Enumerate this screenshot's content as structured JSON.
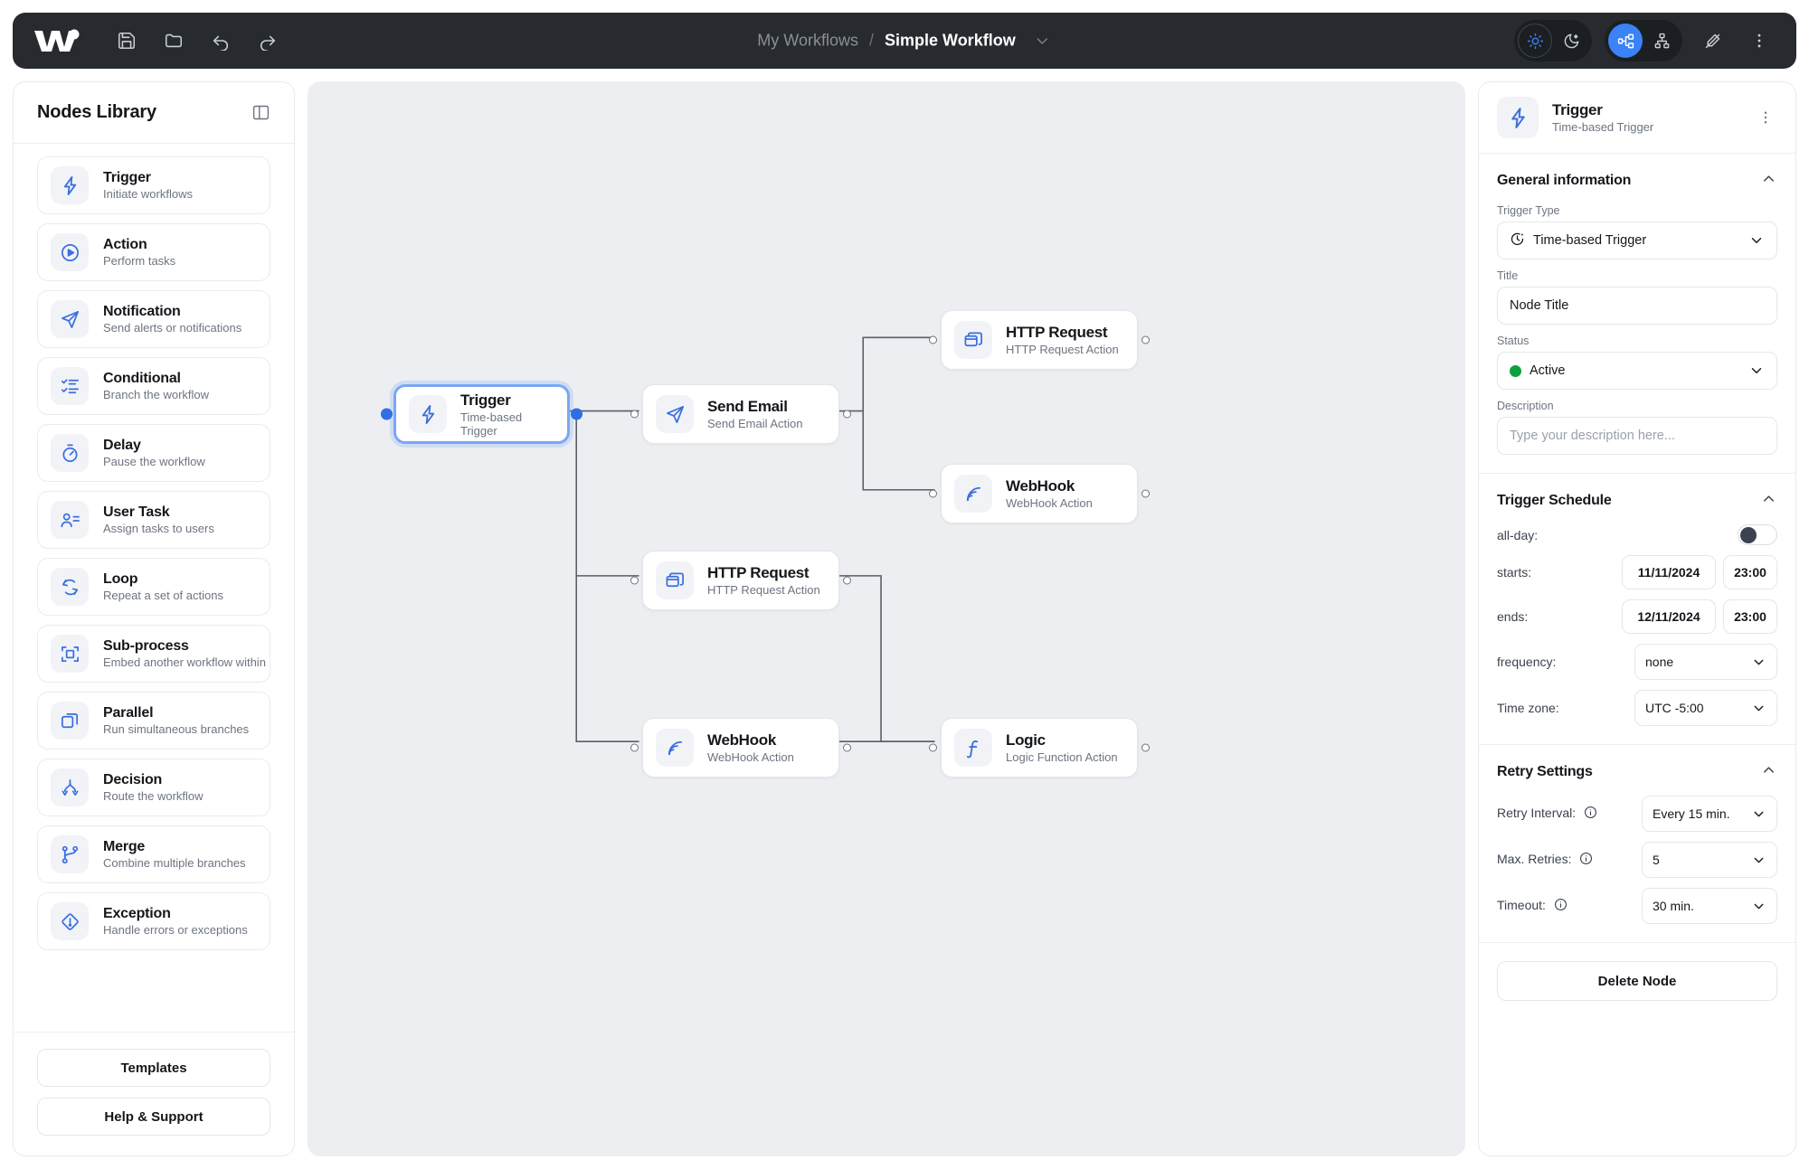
{
  "app": {
    "logo": "workflow-logo",
    "toolbar_icons": [
      "save-icon",
      "folder-open-icon",
      "undo-icon",
      "redo-icon"
    ]
  },
  "breadcrumb": {
    "parent": "My Workflows",
    "separator": "/",
    "current": "Simple Workflow",
    "caret": "chevron-down-icon"
  },
  "topbar_right": {
    "theme_light": "sun-icon",
    "theme_dark": "moon-icon",
    "layout_horizontal": "graph-horizontal-icon",
    "layout_vertical": "graph-vertical-icon",
    "magic": "wand-off-icon",
    "more": "kebab-menu-icon",
    "accent": "#3b82f6"
  },
  "sidebar": {
    "title": "Nodes Library",
    "collapse_icon": "panel-collapse-icon",
    "items": [
      {
        "name": "Trigger",
        "desc": "Initiate workflows",
        "icon": "bolt-icon"
      },
      {
        "name": "Action",
        "desc": "Perform tasks",
        "icon": "play-circle-icon"
      },
      {
        "name": "Notification",
        "desc": "Send alerts or notifications",
        "icon": "send-icon"
      },
      {
        "name": "Conditional",
        "desc": "Branch the workflow",
        "icon": "checklist-icon"
      },
      {
        "name": "Delay",
        "desc": "Pause the workflow",
        "icon": "stopwatch-icon"
      },
      {
        "name": "User Task",
        "desc": "Assign tasks to users",
        "icon": "user-list-icon"
      },
      {
        "name": "Loop",
        "desc": "Repeat a set of actions",
        "icon": "loop-icon"
      },
      {
        "name": "Sub-process",
        "desc": "Embed another workflow within",
        "icon": "frame-icon"
      },
      {
        "name": "Parallel",
        "desc": "Run simultaneous branches",
        "icon": "copy-icon"
      },
      {
        "name": "Decision",
        "desc": "Route the workflow",
        "icon": "split-arrows-icon"
      },
      {
        "name": "Merge",
        "desc": "Combine multiple branches",
        "icon": "merge-icon"
      },
      {
        "name": "Exception",
        "desc": "Handle errors or exceptions",
        "icon": "alert-diamond-icon"
      }
    ],
    "templates_label": "Templates",
    "help_label": "Help & Support"
  },
  "canvas": {
    "nodes": [
      {
        "id": "trigger",
        "name": "Trigger",
        "sub": "Time-based Trigger",
        "icon": "bolt-icon",
        "selected": true
      },
      {
        "id": "email",
        "name": "Send Email",
        "sub": "Send Email Action",
        "icon": "send-icon",
        "selected": false
      },
      {
        "id": "http1",
        "name": "HTTP Request",
        "sub": "HTTP Request Action",
        "icon": "window-icon",
        "selected": false
      },
      {
        "id": "hook1",
        "name": "WebHook",
        "sub": "WebHook Action",
        "icon": "rss-icon",
        "selected": false
      },
      {
        "id": "http2",
        "name": "HTTP Request",
        "sub": "HTTP Request Action",
        "icon": "window-icon",
        "selected": false
      },
      {
        "id": "hook2",
        "name": "WebHook",
        "sub": "WebHook Action",
        "icon": "rss-icon",
        "selected": false
      },
      {
        "id": "logic",
        "name": "Logic",
        "sub": "Logic Function Action",
        "icon": "function-icon",
        "selected": false
      }
    ]
  },
  "inspector": {
    "header": {
      "title": "Trigger",
      "subtitle": "Time-based Trigger",
      "icon": "bolt-icon",
      "menu": "kebab-menu-icon"
    },
    "general": {
      "section_title": "General information",
      "trigger_type_label": "Trigger Type",
      "trigger_type_value": "Time-based Trigger",
      "trigger_type_icon": "clock-timer-icon",
      "title_label": "Title",
      "title_value": "Node Title",
      "status_label": "Status",
      "status_value": "Active",
      "status_color": "#0aa23f",
      "description_label": "Description",
      "description_placeholder": "Type your description here..."
    },
    "schedule": {
      "section_title": "Trigger Schedule",
      "allday_label": "all-day:",
      "allday_on": false,
      "starts_label": "starts:",
      "starts_date": "11/11/2024",
      "starts_time": "23:00",
      "ends_label": "ends:",
      "ends_date": "12/11/2024",
      "ends_time": "23:00",
      "frequency_label": "frequency:",
      "frequency_value": "none",
      "timezone_label": "Time zone:",
      "timezone_value": "UTC -5:00"
    },
    "retry": {
      "section_title": "Retry Settings",
      "interval_label": "Retry Interval:",
      "interval_value": "Every 15 min.",
      "max_label": "Max. Retries:",
      "max_value": "5",
      "timeout_label": "Timeout:",
      "timeout_value": "30 min."
    },
    "delete_label": "Delete Node"
  }
}
